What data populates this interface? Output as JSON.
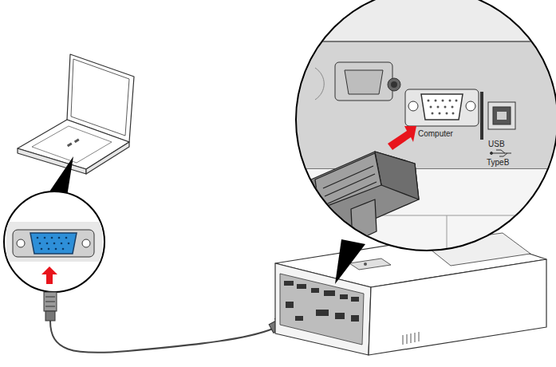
{
  "diagram": {
    "labels": [
      "Computer",
      "USB",
      "TypeB"
    ]
  }
}
